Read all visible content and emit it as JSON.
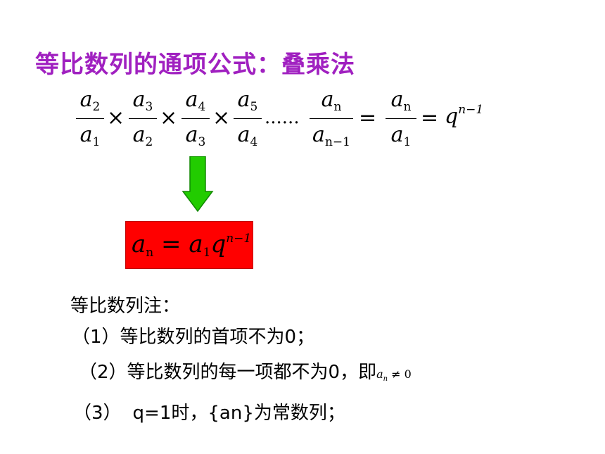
{
  "title": "等比数列的通项公式：叠乘法",
  "formula": {
    "fractions": [
      {
        "num": "a",
        "num_sub": "2",
        "den": "a",
        "den_sub": "1"
      },
      {
        "num": "a",
        "num_sub": "3",
        "den": "a",
        "den_sub": "2"
      },
      {
        "num": "a",
        "num_sub": "4",
        "den": "a",
        "den_sub": "3"
      },
      {
        "num": "a",
        "num_sub": "5",
        "den": "a",
        "den_sub": "4"
      },
      {
        "num": "a",
        "num_sub": "n",
        "den": "a",
        "den_sub": "n−1"
      },
      {
        "num": "a",
        "num_sub": "n",
        "den": "a",
        "den_sub": "1"
      }
    ],
    "times": "×",
    "dots": "......",
    "equals": "=",
    "q": "q",
    "exp": "n−1"
  },
  "result": {
    "a": "a",
    "a_sub": "n",
    "equals": "=",
    "a1": "a",
    "a1_sub": "1",
    "q": "q",
    "exp": "n−1"
  },
  "notes": {
    "heading": "等比数列注：",
    "item1": "（1）等比数列的首项不为0；",
    "item2": "（2）等比数列的每一项都不为0，即",
    "item2_math": "a",
    "item2_math_sub": "n",
    "item2_math_rest": " ≠ 0",
    "item3_prefix": "（3）",
    "item3_text": "q=1时，{an}为常数列；"
  },
  "colors": {
    "title": "#a020c0",
    "arrow": "#22cc00",
    "result_box": "#ff0000"
  }
}
